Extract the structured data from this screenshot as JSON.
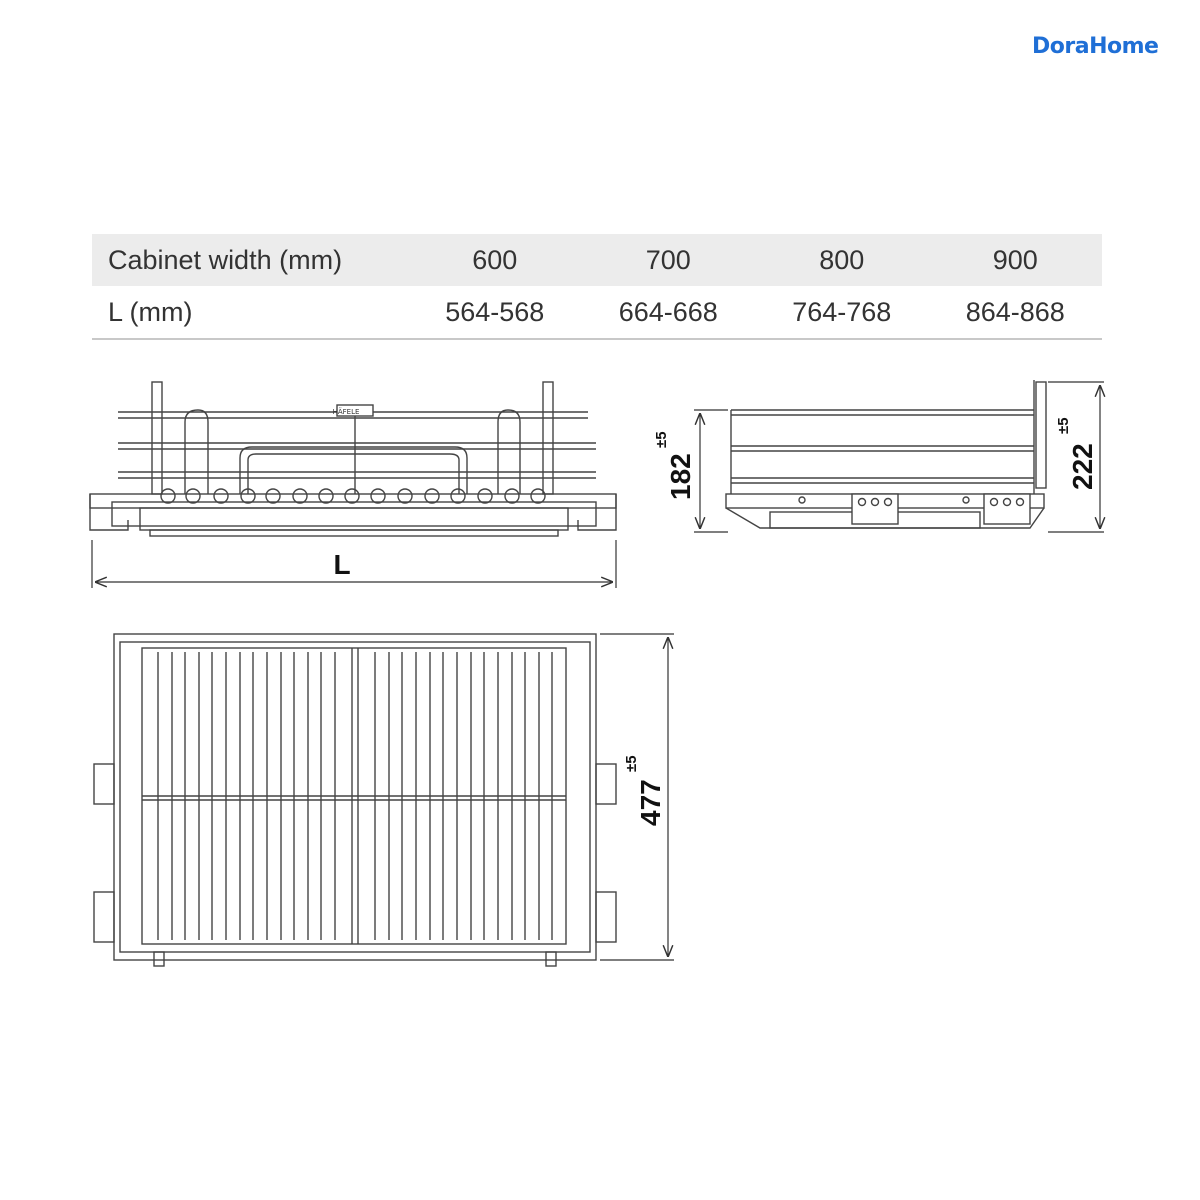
{
  "brand": {
    "logo_text": "DoraHome"
  },
  "table": {
    "rows": [
      {
        "label": "Cabinet width (mm)",
        "values": [
          "600",
          "700",
          "800",
          "900"
        ]
      },
      {
        "label": "L (mm)",
        "values": [
          "564-568",
          "664-668",
          "764-768",
          "864-868"
        ]
      }
    ]
  },
  "dimensions": {
    "length_label": "L",
    "side_inner_height": "182",
    "side_inner_tol": "±5",
    "side_outer_height": "222",
    "side_outer_tol": "±5",
    "top_depth": "477",
    "top_depth_tol": "±5"
  },
  "drawing": {
    "badge_text": "HÄFELE"
  }
}
